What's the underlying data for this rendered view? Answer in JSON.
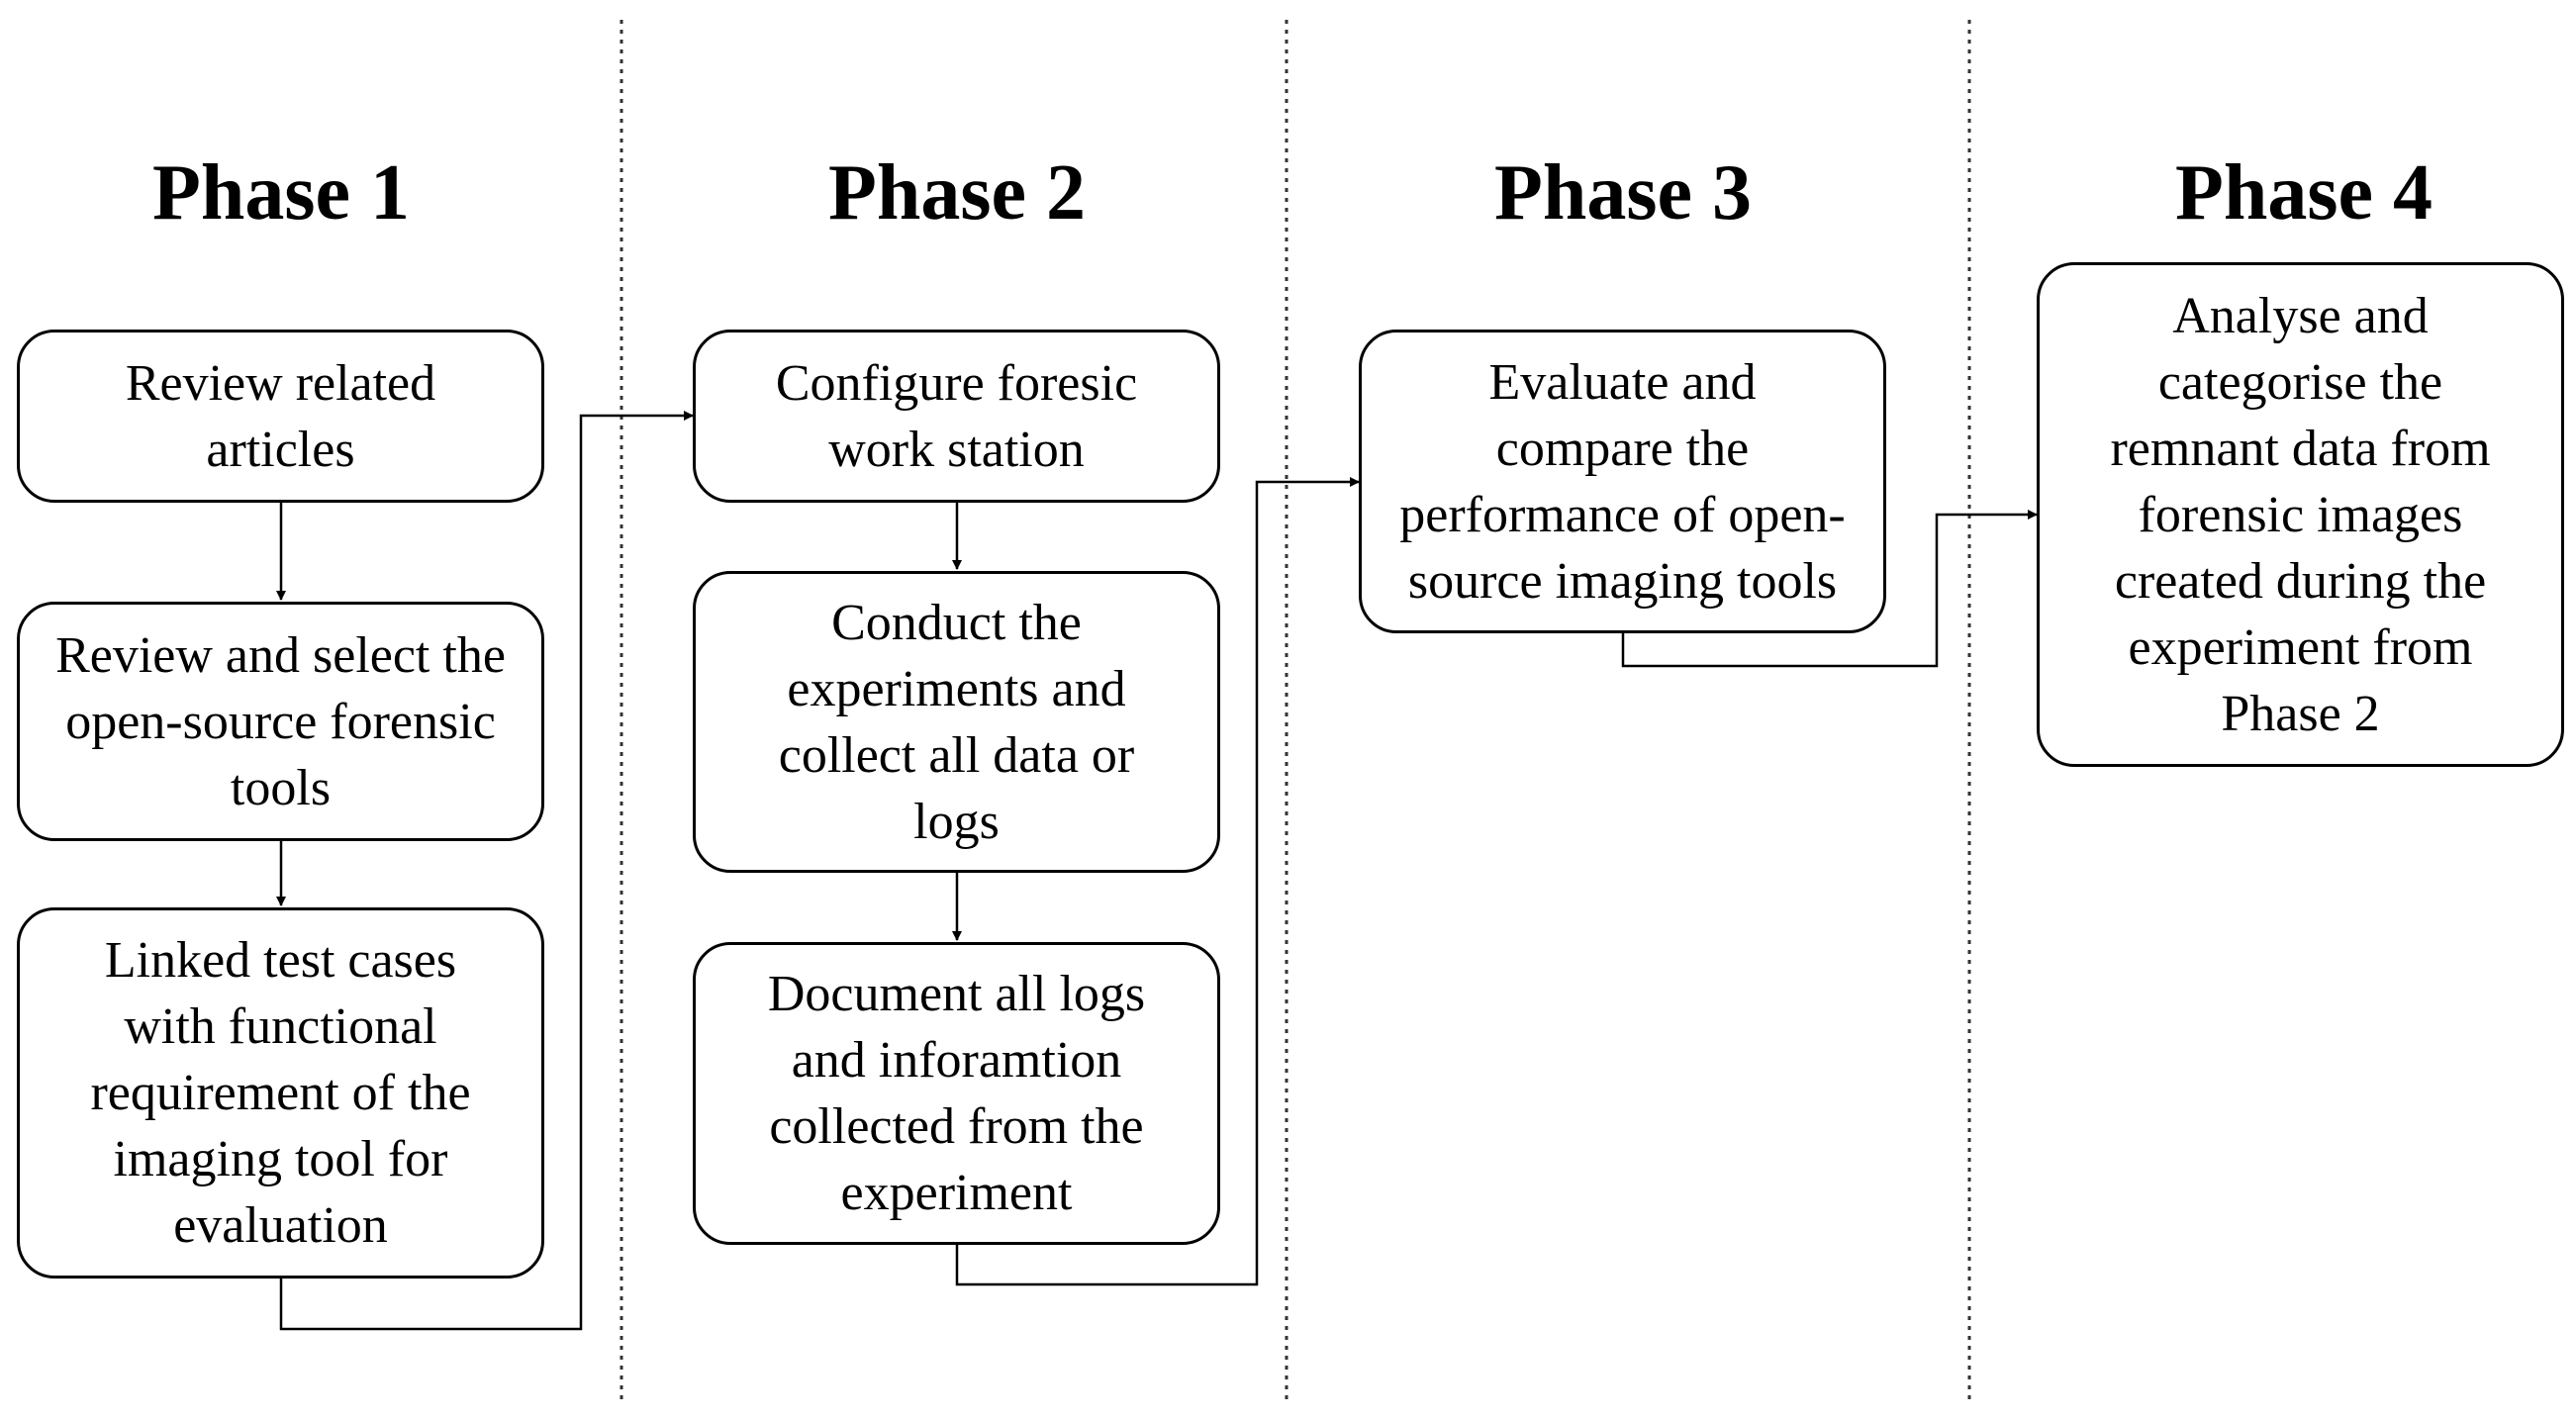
{
  "phases": [
    {
      "title": "Phase 1",
      "steps": [
        "Review related\narticles",
        "Review and select the\nopen-source forensic\ntools",
        "Linked test cases\nwith functional\nrequirement of the\nimaging tool for\nevaluation"
      ]
    },
    {
      "title": "Phase 2",
      "steps": [
        "Configure foresic\nwork station",
        "Conduct the\nexperiments and\ncollect all data or\nlogs",
        "Document all logs\nand inforamtion\ncollected from the\nexperiment"
      ]
    },
    {
      "title": "Phase 3",
      "steps": [
        "Evaluate and\ncompare the\nperformance of open-\nsource imaging tools"
      ]
    },
    {
      "title": "Phase 4",
      "steps": [
        "Analyse and\ncategorise the\nremnant data from\nforensic images\ncreated during the\nexperiment from\nPhase 2"
      ]
    }
  ],
  "colors": {
    "line": "#000000",
    "divider": "#333333",
    "background": "#ffffff"
  }
}
